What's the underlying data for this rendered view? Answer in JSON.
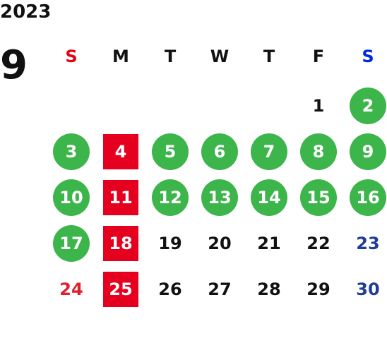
{
  "year": "2023",
  "month": "9",
  "weekdays": [
    {
      "label": "S",
      "color": "#e60012"
    },
    {
      "label": "M",
      "color": "#111111"
    },
    {
      "label": "T",
      "color": "#111111"
    },
    {
      "label": "W",
      "color": "#111111"
    },
    {
      "label": "T",
      "color": "#111111"
    },
    {
      "label": "F",
      "color": "#111111"
    },
    {
      "label": "S",
      "color": "#0028e0"
    }
  ],
  "colors": {
    "green_day": "#3cb54a",
    "red_day": "#e60020",
    "sunday_text": "#e0202a",
    "saturday_text": "#1f3c96"
  },
  "weeks": [
    [
      {
        "day": "",
        "style": "none"
      },
      {
        "day": "",
        "style": "none"
      },
      {
        "day": "",
        "style": "none"
      },
      {
        "day": "",
        "style": "none"
      },
      {
        "day": "",
        "style": "none"
      },
      {
        "day": "1",
        "style": "plain"
      },
      {
        "day": "2",
        "style": "green"
      }
    ],
    [
      {
        "day": "3",
        "style": "green"
      },
      {
        "day": "4",
        "style": "red"
      },
      {
        "day": "5",
        "style": "green"
      },
      {
        "day": "6",
        "style": "green"
      },
      {
        "day": "7",
        "style": "green"
      },
      {
        "day": "8",
        "style": "green"
      },
      {
        "day": "9",
        "style": "green"
      }
    ],
    [
      {
        "day": "10",
        "style": "green"
      },
      {
        "day": "11",
        "style": "red"
      },
      {
        "day": "12",
        "style": "green"
      },
      {
        "day": "13",
        "style": "green"
      },
      {
        "day": "14",
        "style": "green"
      },
      {
        "day": "15",
        "style": "green"
      },
      {
        "day": "16",
        "style": "green"
      }
    ],
    [
      {
        "day": "17",
        "style": "green"
      },
      {
        "day": "18",
        "style": "red"
      },
      {
        "day": "19",
        "style": "plain"
      },
      {
        "day": "20",
        "style": "plain"
      },
      {
        "day": "21",
        "style": "plain"
      },
      {
        "day": "22",
        "style": "plain"
      },
      {
        "day": "23",
        "style": "sat"
      }
    ],
    [
      {
        "day": "24",
        "style": "sun"
      },
      {
        "day": "25",
        "style": "red"
      },
      {
        "day": "26",
        "style": "plain"
      },
      {
        "day": "27",
        "style": "plain"
      },
      {
        "day": "28",
        "style": "plain"
      },
      {
        "day": "29",
        "style": "plain"
      },
      {
        "day": "30",
        "style": "sat"
      }
    ]
  ]
}
